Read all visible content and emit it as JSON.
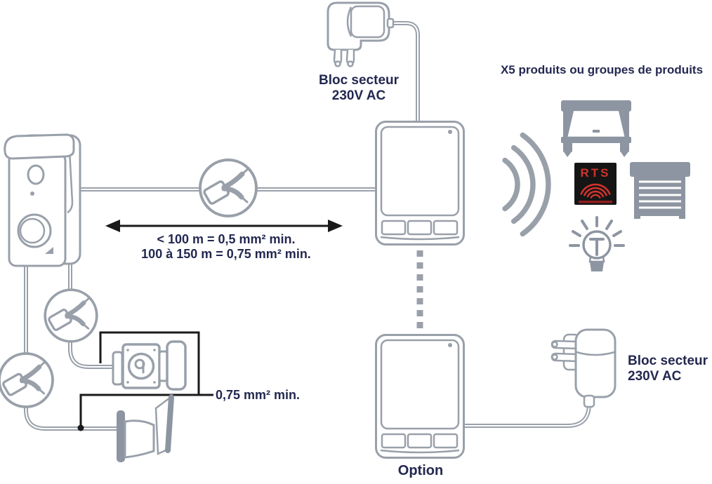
{
  "colors": {
    "background": "#ffffff",
    "line_gray": "#99a0aa",
    "icon_gray": "#8d95a2",
    "wire_black": "#1a1a1a",
    "label_navy": "#232850",
    "rts_red": "#d0342c",
    "rts_black": "#151515"
  },
  "power_adapter_top": {
    "label_line1": "Bloc secteur",
    "label_line2": "230V AC"
  },
  "power_adapter_bottom": {
    "label_line1": "Bloc secteur",
    "label_line2": "230V AC"
  },
  "products": {
    "title": "X5 produits ou groupes de produits",
    "rts_logo_text": "RTS",
    "icons": [
      "awning",
      "rts-remote-logo",
      "roller-shutter",
      "light-bulb"
    ],
    "rf_waves": "radio-signal"
  },
  "cable_specs": {
    "distance_line1": "< 100 m = 0,5 mm² min.",
    "distance_line2": "100 à 150 m = 0,75 mm² min.",
    "lock_wire_gauge": "0,75 mm² min."
  },
  "second_monitor": {
    "label": "Option"
  }
}
